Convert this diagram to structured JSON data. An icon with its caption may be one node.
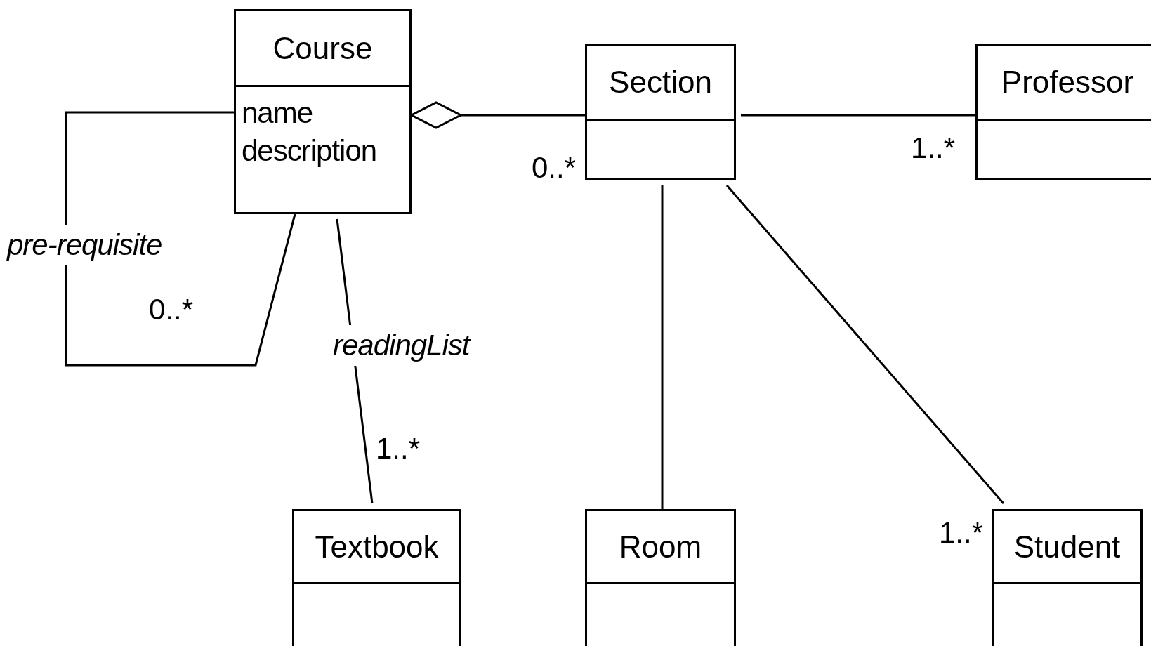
{
  "diagram": {
    "nodes": [
      {
        "text": [
          "Course",
          "name",
          "description"
        ]
      },
      {
        "text": [
          "Section"
        ]
      },
      {
        "text": [
          "Professor"
        ]
      },
      {
        "text": [
          "Textbook"
        ]
      },
      {
        "text": [
          "Room"
        ]
      },
      {
        "text": [
          "Student"
        ]
      }
    ],
    "edges": [
      {
        "from": 0,
        "to": 0,
        "arrow": "none",
        "label": "pre-requisite"
      },
      {
        "from": 0,
        "to": 1,
        "arrow": "other"
      },
      {
        "from": 1,
        "to": 2,
        "arrow": "none"
      },
      {
        "from": 0,
        "to": 3,
        "arrow": "none",
        "label": "readingList"
      },
      {
        "from": 1,
        "to": 4,
        "arrow": "none"
      },
      {
        "from": 1,
        "to": 5,
        "arrow": "none"
      }
    ],
    "labels": [
      "1..*",
      "0..*",
      "0..*",
      "1..*",
      "1..*"
    ]
  }
}
